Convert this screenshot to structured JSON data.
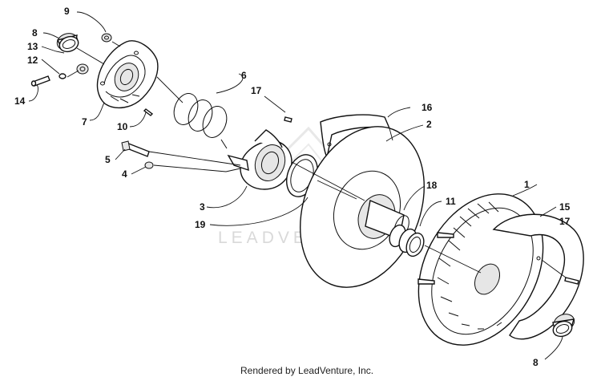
{
  "diagram": {
    "watermark": "LEADVENTURE",
    "footer": "Rendered by LeadVenture, Inc.",
    "callouts": {
      "c1": "1",
      "c2": "2",
      "c3": "3",
      "c4": "4",
      "c5": "5",
      "c6": "6",
      "c7": "7",
      "c8a": "8",
      "c8b": "8",
      "c9": "9",
      "c10": "10",
      "c11": "11",
      "c12": "12",
      "c13": "13",
      "c14": "14",
      "c15": "15",
      "c16": "16",
      "c17a": "17",
      "c17b": "17",
      "c18": "18",
      "c19": "19"
    }
  }
}
